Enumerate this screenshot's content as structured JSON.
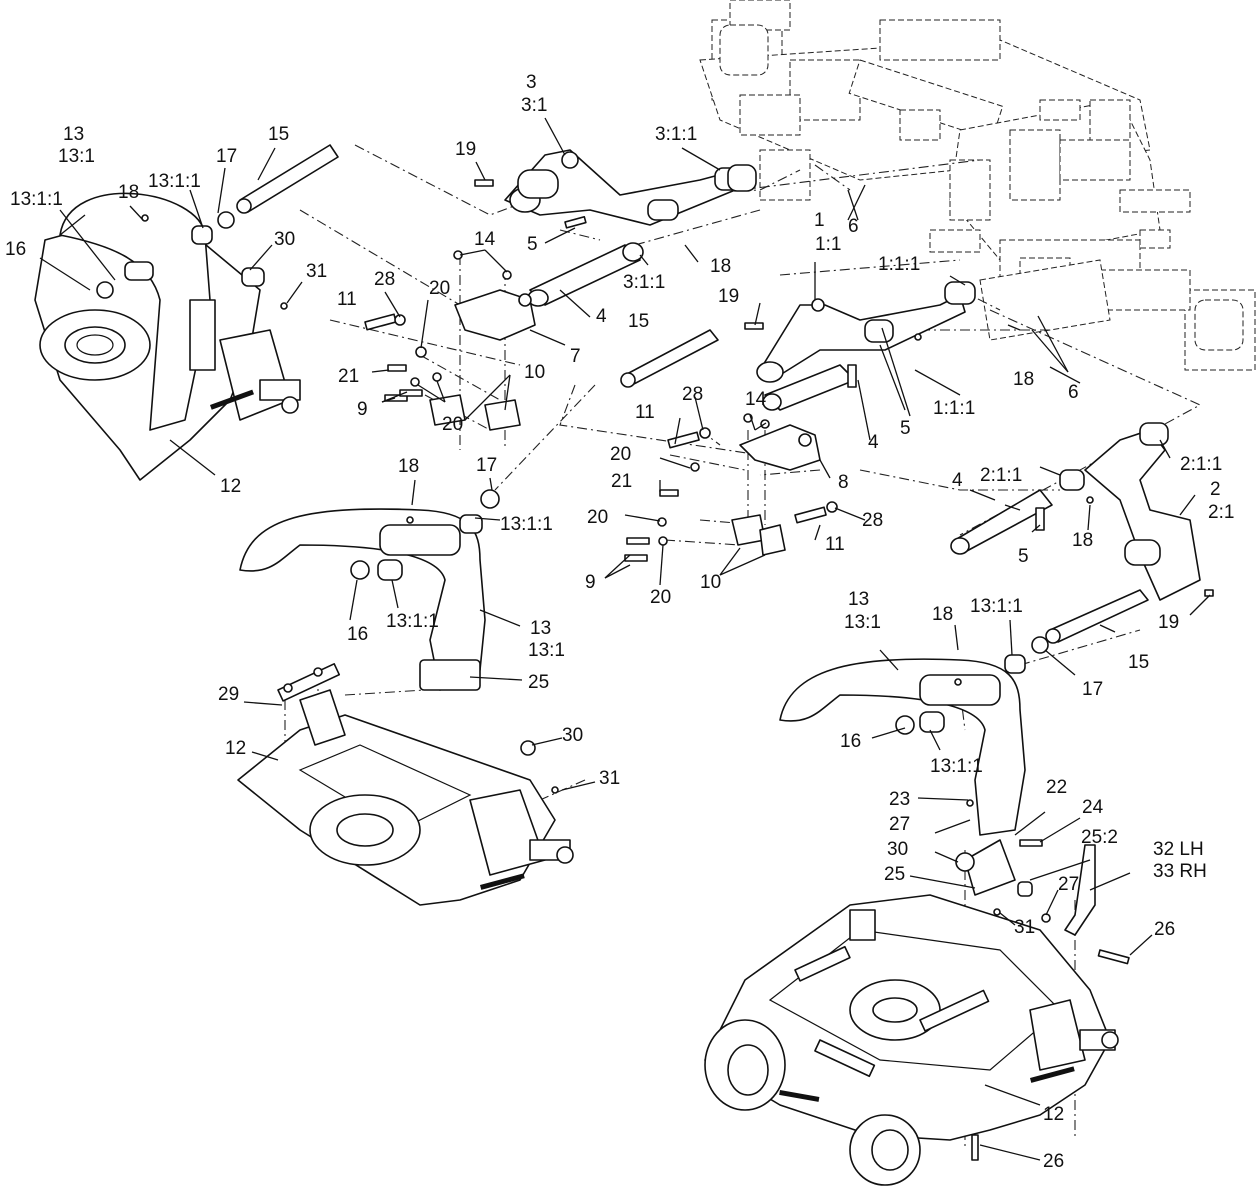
{
  "labels": {
    "c1": "1",
    "c1_1": "1:1",
    "c1_1_1": "1:1:1",
    "c1_1_1b": "1:1:1",
    "c2": "2",
    "c2_1": "2:1",
    "c2_1_1a": "2:1:1",
    "c2_1_1b": "2:1:1",
    "c3": "3",
    "c3_1": "3:1",
    "c3_1_1a": "3:1:1",
    "c3_1_1b": "3:1:1",
    "c4a": "4",
    "c4b": "4",
    "c4c": "4",
    "c5a": "5",
    "c5b": "5",
    "c5c": "5",
    "c6a": "6",
    "c6b": "6",
    "c7": "7",
    "c8": "8",
    "c9a": "9",
    "c9b": "9",
    "c10a": "10",
    "c10b": "10",
    "c11a": "11",
    "c11b": "11",
    "c11c": "11",
    "c12a": "12",
    "c12b": "12",
    "c12c": "12",
    "c13a": "13",
    "c13_1a": "13:1",
    "c13_1_1a": "13:1:1",
    "c13_1_1b": "13:1:1",
    "c13b": "13",
    "c13_1b": "13:1",
    "c13_1_1c": "13:1:1",
    "c13_1_1d": "13:1:1",
    "c13c": "13",
    "c13_1c": "13:1",
    "c13_1_1e": "13:1:1",
    "c13_1_1f": "13:1:1",
    "c14a": "14",
    "c14b": "14",
    "c15a": "15",
    "c15b": "15",
    "c15c": "15",
    "c16a": "16",
    "c16b": "16",
    "c16c": "16",
    "c17a": "17",
    "c17b": "17",
    "c17c": "17",
    "c18a": "18",
    "c18b": "18",
    "c18c": "18",
    "c18d": "18",
    "c18e": "18",
    "c18f": "18",
    "c19a": "19",
    "c19b": "19",
    "c19c": "19",
    "c20a": "20",
    "c20b": "20",
    "c20c": "20",
    "c20d": "20",
    "c20e": "20",
    "c21a": "21",
    "c21b": "21",
    "c22": "22",
    "c23": "23",
    "c24": "24",
    "c25a": "25",
    "c25b": "25",
    "c25_2": "25:2",
    "c26a": "26",
    "c26b": "26",
    "c27a": "27",
    "c27b": "27",
    "c28a": "28",
    "c28b": "28",
    "c29": "29",
    "c30a": "30",
    "c30b": "30",
    "c30c": "30",
    "c31a": "31",
    "c31b": "31",
    "c31c": "31",
    "c32": "32 LH",
    "c33": "33 RH"
  }
}
